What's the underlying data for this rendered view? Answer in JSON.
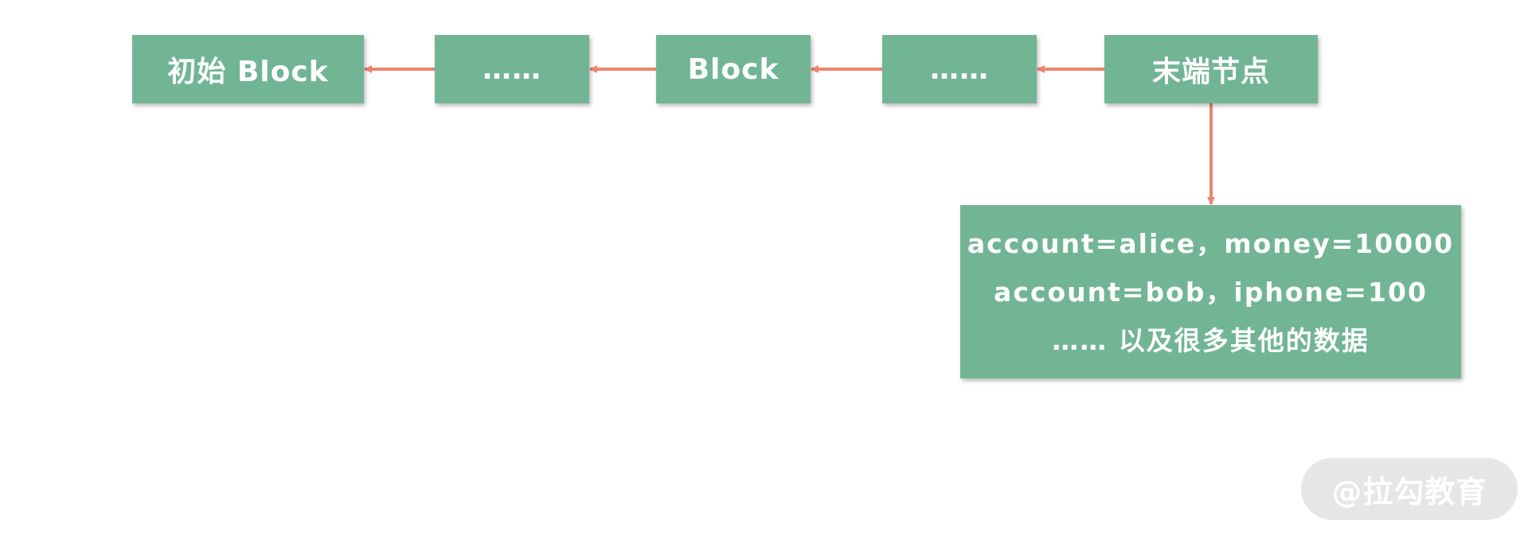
{
  "diagram": {
    "chain": [
      {
        "id": "genesis",
        "label": "初始 Block"
      },
      {
        "id": "ellipsis-1",
        "label": "……"
      },
      {
        "id": "block",
        "label": "Block"
      },
      {
        "id": "ellipsis-2",
        "label": "……"
      },
      {
        "id": "tail",
        "label": "末端节点"
      }
    ],
    "data_box": {
      "lines": [
        "account=alice，money=10000",
        "account=bob，iphone=100",
        "…… 以及很多其他的数据"
      ]
    },
    "colors": {
      "box_fill": "#72b595",
      "box_text": "#ffffff",
      "arrow": "#ee8570",
      "watermark_bg": "#e6e6e6"
    }
  },
  "watermark": {
    "text": "@拉勾教育"
  }
}
